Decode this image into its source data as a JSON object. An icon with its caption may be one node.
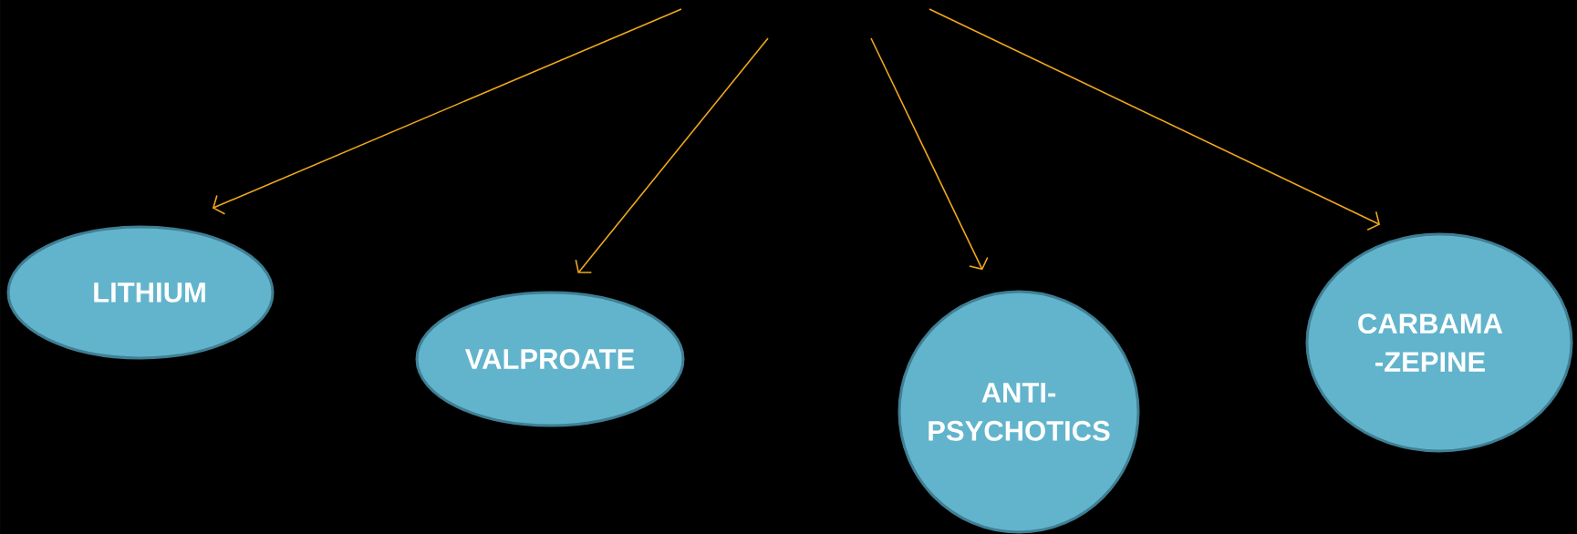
{
  "diagram": {
    "nodes": [
      {
        "text": [
          "LITHIUM"
        ]
      },
      {
        "text": [
          "VALPROATE"
        ]
      },
      {
        "text": [
          "ANTI- PSYCHOTICS"
        ]
      },
      {
        "text": [
          "CARBAMA -ZEPINE"
        ]
      }
    ],
    "edges": [
      {
        "from": null,
        "to": 0,
        "arrow": "to"
      },
      {
        "from": null,
        "to": 1,
        "arrow": "to"
      },
      {
        "from": null,
        "to": 2,
        "arrow": "to"
      },
      {
        "from": null,
        "to": 3,
        "arrow": "to"
      }
    ]
  }
}
